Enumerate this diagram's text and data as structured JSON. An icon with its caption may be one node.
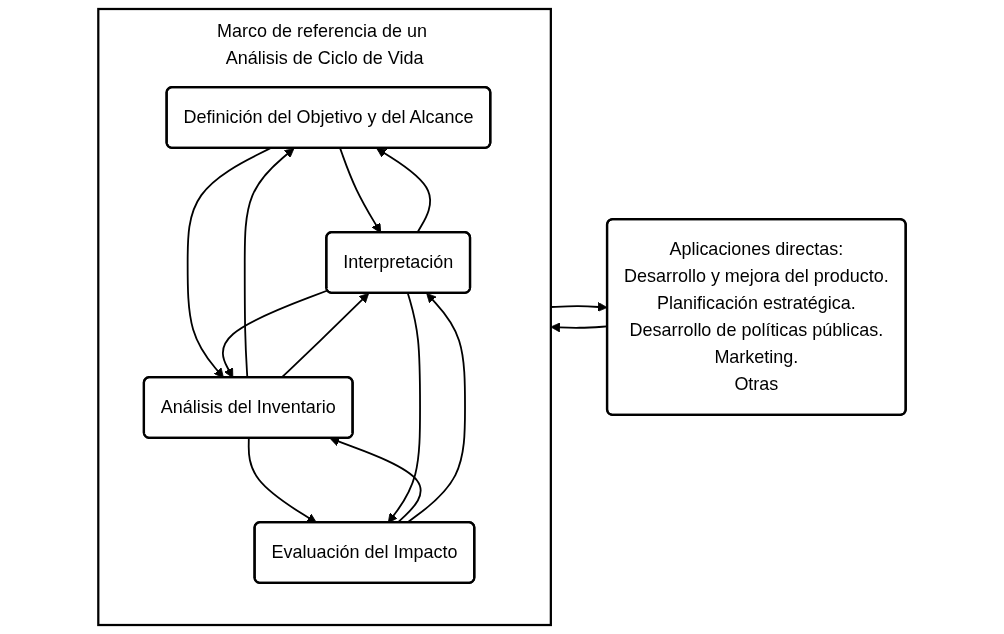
{
  "diagram": {
    "nodes": [
      {
        "text": [
          "Marco de referencia de un Análisis de Ciclo de Vida"
        ]
      },
      {
        "text": [
          "Definición del Objetivo y del Alcance"
        ],
        "in": 0
      },
      {
        "text": [
          "Análisis del Inventario"
        ],
        "in": 0
      },
      {
        "text": [
          "Evaluación del Impacto"
        ],
        "in": 0
      },
      {
        "text": [
          "Interpretación"
        ],
        "in": 0
      },
      {
        "text": [
          "Aplicaciones directas:",
          "Desarrollo y mejora del producto.",
          "Planificación estratégica.",
          "Desarrollo de políticas públicas.",
          "Marketing.",
          "Otras"
        ]
      }
    ],
    "edges": [
      {
        "from": 1,
        "to": 4,
        "arrow": "to"
      },
      {
        "from": 4,
        "to": 1,
        "arrow": "to"
      },
      {
        "from": 2,
        "to": 1,
        "arrow": "to"
      },
      {
        "from": 1,
        "to": 2,
        "arrow": "to"
      },
      {
        "from": 2,
        "to": 4,
        "arrow": "to"
      },
      {
        "from": 4,
        "to": 2,
        "arrow": "to"
      },
      {
        "from": 3,
        "to": 2,
        "arrow": "to"
      },
      {
        "from": 2,
        "to": 3,
        "arrow": "to"
      },
      {
        "from": 3,
        "to": 4,
        "arrow": "to"
      },
      {
        "from": 4,
        "to": 3,
        "arrow": "to"
      },
      {
        "from": 0,
        "to": 5,
        "arrow": "to"
      },
      {
        "from": 5,
        "to": 0,
        "arrow": "to"
      }
    ]
  }
}
